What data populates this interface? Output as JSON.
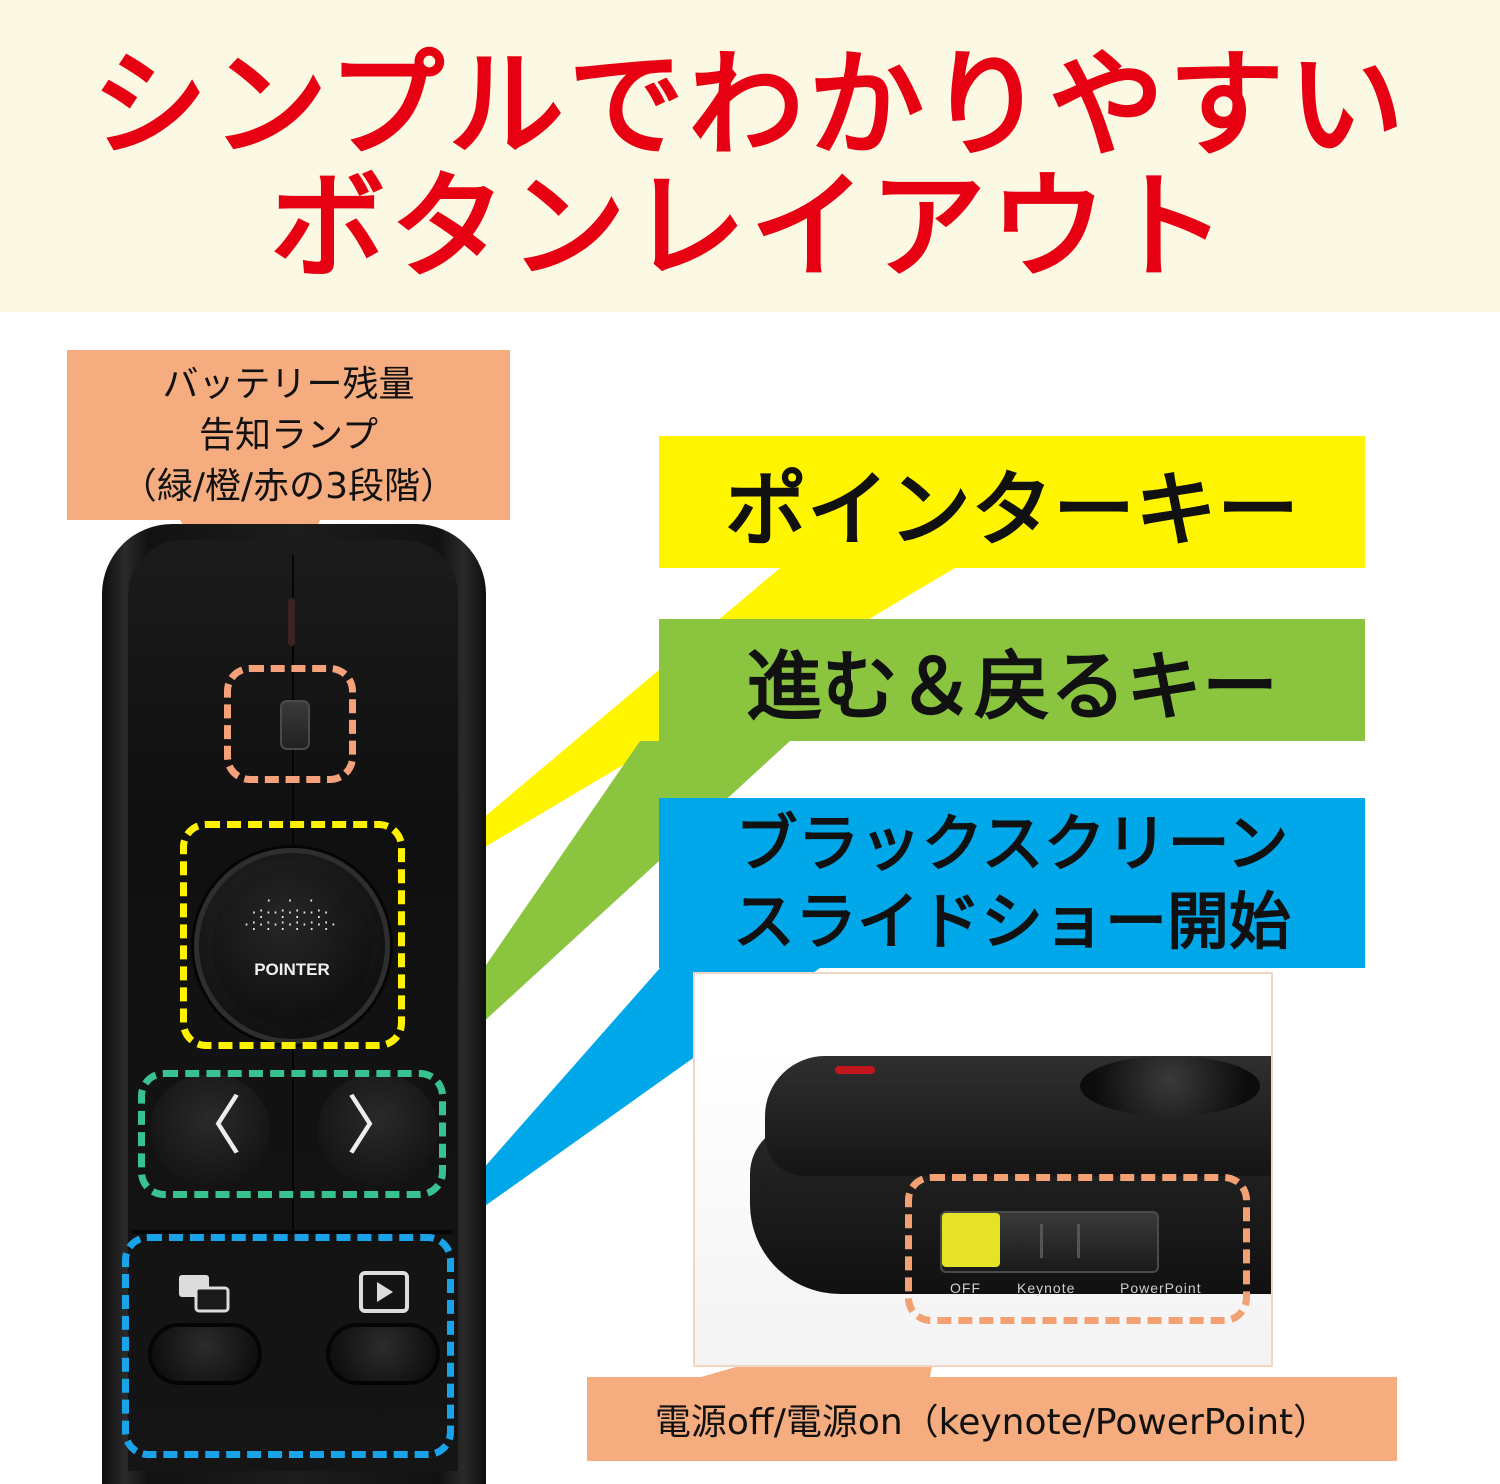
{
  "headline": {
    "line1": "シンプルでわかりやすい",
    "line2": "ボタンレイアウト"
  },
  "callouts": {
    "battery": [
      "バッテリー残量",
      "告知ランプ",
      "（緑/橙/赤の3段階）"
    ],
    "pointer": "ポインターキー",
    "nav": "進む＆戻るキー",
    "blackscreen": [
      "ブラックスクリーン",
      "スライドショー開始"
    ],
    "power": "電源off/電源on（keynote/PowerPoint）"
  },
  "device": {
    "pointer_label": "POINTER",
    "prev_symbol": "〈",
    "next_symbol": "〉",
    "switch_labels": {
      "off": "OFF",
      "keynote": "Keynote",
      "powerpoint": "PowerPoint"
    },
    "icons": {
      "lamp": "battery-lamp-icon",
      "pointer": "laser-pointer-icon",
      "prev": "chevron-left-icon",
      "next": "chevron-right-icon",
      "black_screen": "black-screen-icon",
      "slideshow": "play-icon"
    }
  },
  "colors": {
    "headline": "#e60012",
    "header_bg": "#fbf8e4",
    "battery": "#f5ac7f",
    "pointer": "#fff500",
    "nav": "#8bc53f",
    "blackscreen": "#00a7e9",
    "power": "#f5ac7f",
    "switch_knob": "#e6e227"
  }
}
